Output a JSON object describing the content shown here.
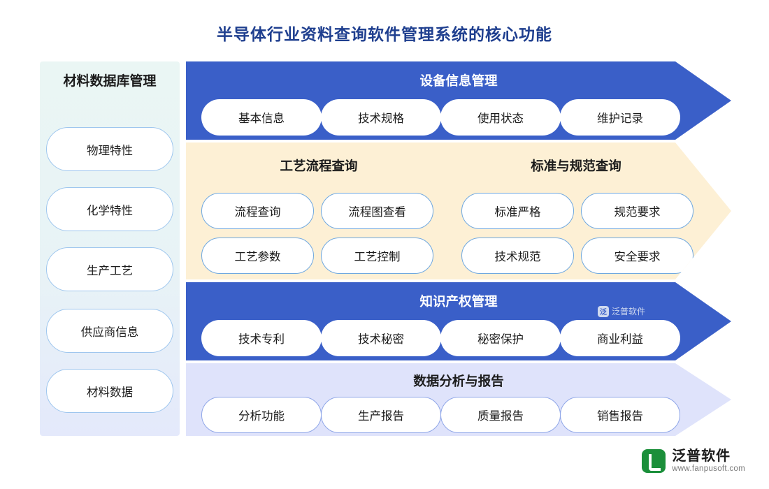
{
  "title": "半导体行业资料查询软件管理系统的核心功能",
  "left_panel": {
    "title": "材料数据库管理",
    "items": [
      {
        "label": "物理特性"
      },
      {
        "label": "化学特性"
      },
      {
        "label": "生产工艺"
      },
      {
        "label": "供应商信息"
      },
      {
        "label": "材料数据"
      }
    ]
  },
  "bands": [
    {
      "id": "equipment",
      "title": "设备信息管理",
      "color": "#3a5fc8",
      "items": [
        {
          "label": "基本信息"
        },
        {
          "label": "技术规格"
        },
        {
          "label": "使用状态"
        },
        {
          "label": "维护记录"
        }
      ]
    },
    {
      "id": "process-standards",
      "color": "#fdf0d5",
      "left_title": "工艺流程查询",
      "right_title": "标准与规范查询",
      "left_items": [
        {
          "label": "流程查询"
        },
        {
          "label": "流程图查看"
        },
        {
          "label": "工艺参数"
        },
        {
          "label": "工艺控制"
        }
      ],
      "right_items": [
        {
          "label": "标准严格"
        },
        {
          "label": "规范要求"
        },
        {
          "label": "技术规范"
        },
        {
          "label": "安全要求"
        }
      ]
    },
    {
      "id": "ip",
      "title": "知识产权管理",
      "color": "#3a5fc8",
      "items": [
        {
          "label": "技术专利"
        },
        {
          "label": "技术秘密"
        },
        {
          "label": "秘密保护"
        },
        {
          "label": "商业利益"
        }
      ]
    },
    {
      "id": "report",
      "title": "数据分析与报告",
      "color": "#dfe3fb",
      "items": [
        {
          "label": "分析功能"
        },
        {
          "label": "生产报告"
        },
        {
          "label": "质量报告"
        },
        {
          "label": "销售报告"
        }
      ]
    }
  ],
  "watermark": {
    "badge": "泛",
    "label": "泛普软件"
  },
  "brand": {
    "name": "泛普软件",
    "url": "www.fanpusoft.com"
  }
}
